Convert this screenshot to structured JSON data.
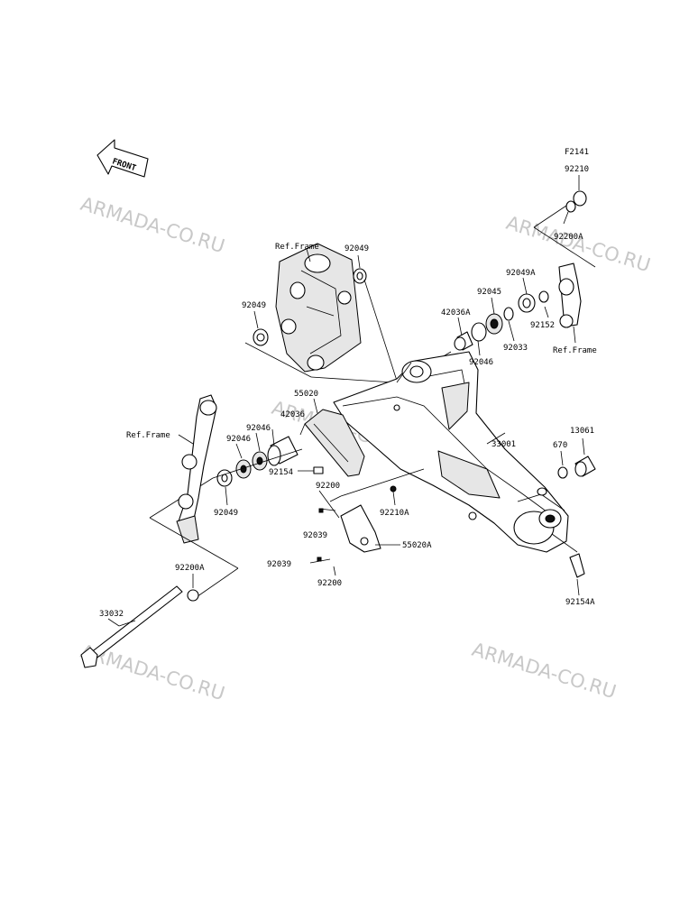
{
  "figure_code": "F2141",
  "front_label": "FRONT",
  "watermark": "ARMADA-CO.RU",
  "labels": {
    "p92210": "92210",
    "p92200A_top": "92200A",
    "p92049A": "92049A",
    "p92045": "92045",
    "p42036A": "42036A",
    "p92152": "92152",
    "p92033": "92033",
    "p92046_right": "92046",
    "ref_frame_right": "Ref.Frame",
    "ref_frame_top": "Ref.Frame",
    "p92049_top": "92049",
    "p92049_left": "92049",
    "p55020": "55020",
    "p42036": "42036",
    "p92046_a": "92046",
    "p92046_b": "92046",
    "ref_frame_left": "Ref.Frame",
    "p92154": "92154",
    "p92049_bottom": "92049",
    "p92200_a": "92200",
    "p92039_a": "92039",
    "p92210A": "92210A",
    "p55020A": "55020A",
    "p92039_b": "92039",
    "p92200_b": "92200",
    "p33001": "33001",
    "p670": "670",
    "p13061": "13061",
    "p92154A": "92154A",
    "p92200A_bottom": "92200A",
    "p33032": "33032"
  }
}
